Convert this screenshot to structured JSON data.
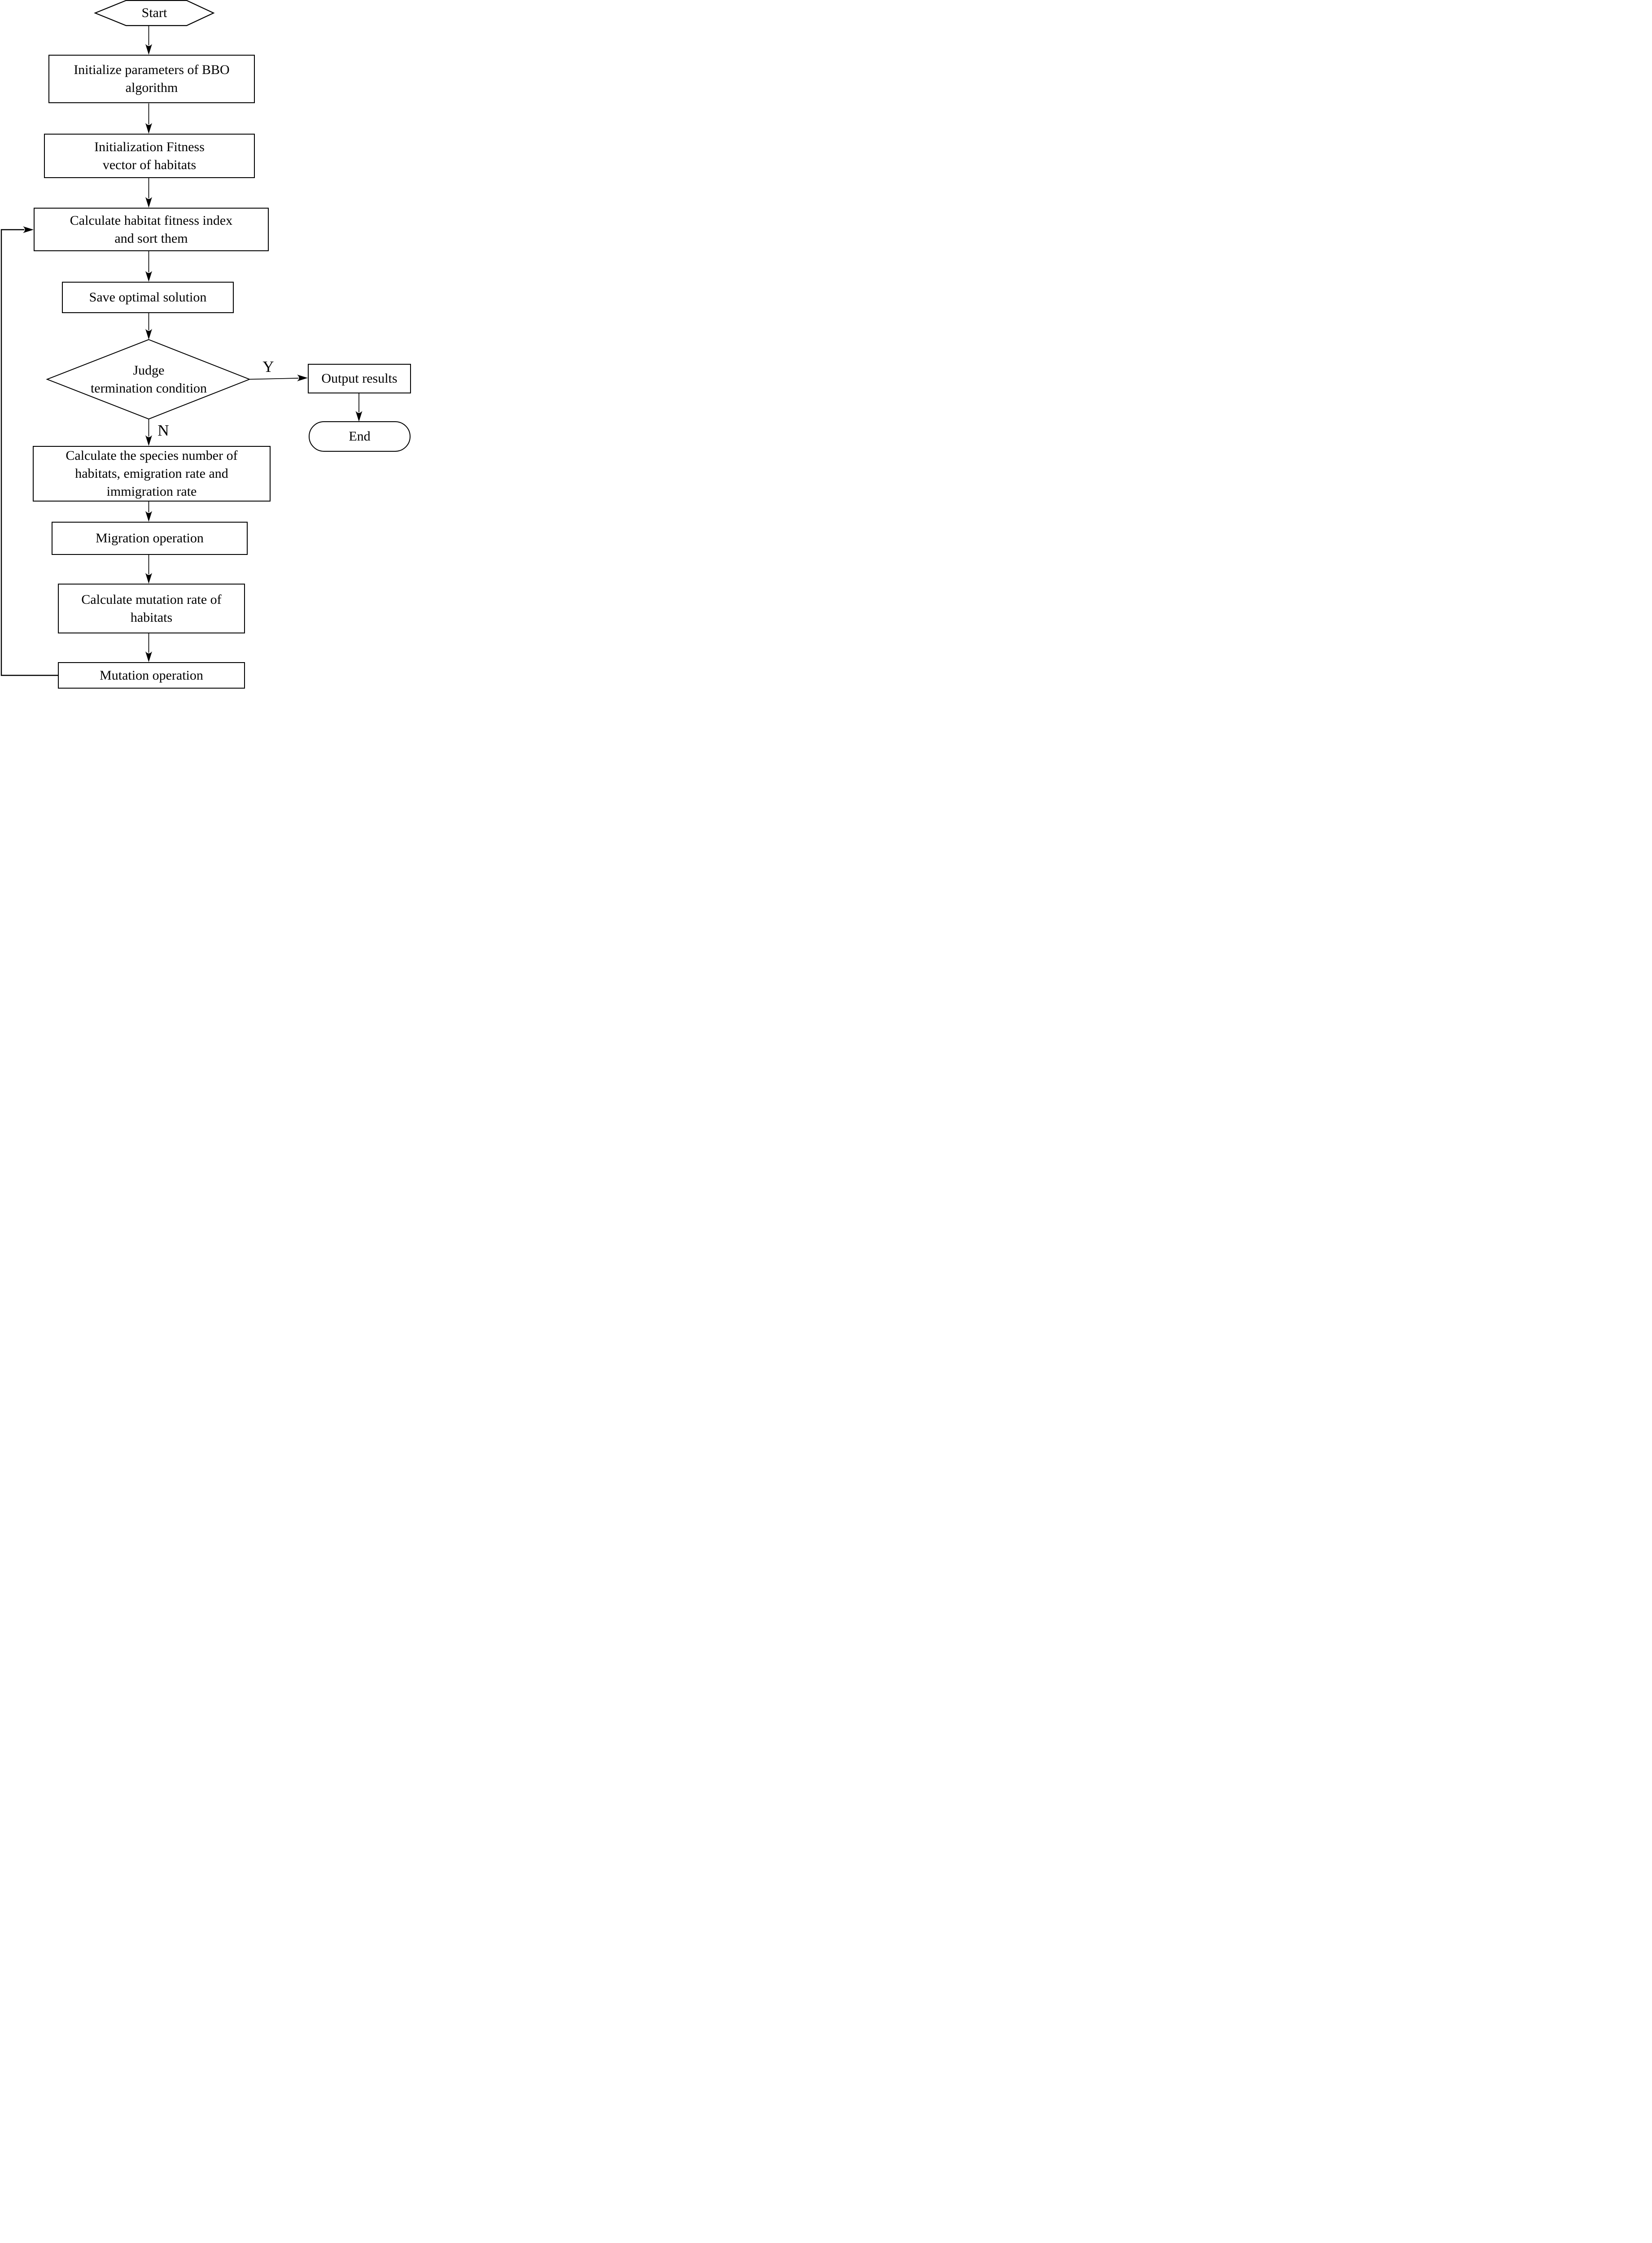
{
  "diagram": {
    "background_color": "#ffffff",
    "line_color": "#000000",
    "nodes": [
      {
        "id": "start",
        "type": "terminator-hexagon",
        "label": "Start"
      },
      {
        "id": "init-params",
        "type": "process",
        "label": "Initialize parameters of BBO\nalgorithm"
      },
      {
        "id": "init-fitness",
        "type": "process",
        "label": "Initialization Fitness\nvector of habitats"
      },
      {
        "id": "calc-fitness",
        "type": "process",
        "label": "Calculate habitat fitness index\nand sort them"
      },
      {
        "id": "save-optimal",
        "type": "process",
        "label": "Save optimal solution"
      },
      {
        "id": "judge",
        "type": "decision",
        "label": "Judge\ntermination condition"
      },
      {
        "id": "output-results",
        "type": "process",
        "label": "Output results"
      },
      {
        "id": "end",
        "type": "terminator-stadium",
        "label": "End"
      },
      {
        "id": "calc-species",
        "type": "process",
        "label": "Calculate the species number of\nhabitats, emigration rate and\nimmigration rate"
      },
      {
        "id": "migration",
        "type": "process",
        "label": "Migration operation"
      },
      {
        "id": "calc-mutation",
        "type": "process",
        "label": "Calculate mutation rate of\nhabitats"
      },
      {
        "id": "mutation",
        "type": "process",
        "label": "Mutation operation"
      }
    ],
    "edge_labels": {
      "yes": "Y",
      "no": "N"
    }
  }
}
